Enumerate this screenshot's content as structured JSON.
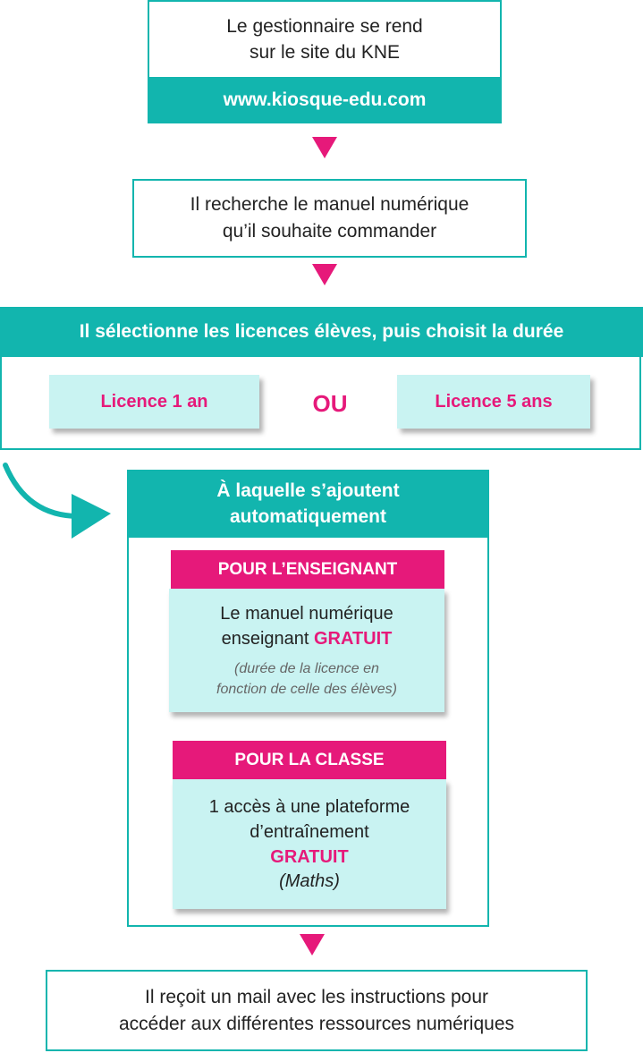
{
  "colors": {
    "teal": "#12b5ae",
    "pink": "#e6197a",
    "light_cyan": "#c9f3f2"
  },
  "step1": {
    "line1": "Le gestionnaire se rend",
    "line2": "sur le site du KNE",
    "url": "www.kiosque-edu.com"
  },
  "step2": {
    "line1": "Il recherche le manuel numérique",
    "line2": "qu’il souhaite commander"
  },
  "step3": {
    "header": "Il sélectionne les licences élèves, puis choisit la durée",
    "licence_1": "Licence 1 an",
    "or": "OU",
    "licence_5": "Licence 5 ans"
  },
  "step4": {
    "header_line1": "À laquelle s’ajoutent",
    "header_line2": "automatiquement",
    "teacher": {
      "label": "POUR L’ENSEIGNANT",
      "line1": "Le manuel numérique",
      "line2_prefix": "enseignant ",
      "line2_highlight": "GRATUIT",
      "note_line1": "(durée de la licence en",
      "note_line2": "fonction de celle des élèves)"
    },
    "class": {
      "label": "POUR LA CLASSE",
      "line1": "1 accès à une plateforme",
      "line2": "d’entraînement",
      "highlight": "GRATUIT",
      "subject": "(Maths)"
    }
  },
  "step5": {
    "line1": "Il reçoit un mail avec les instructions pour",
    "line2": "accéder aux différentes ressources numériques"
  }
}
